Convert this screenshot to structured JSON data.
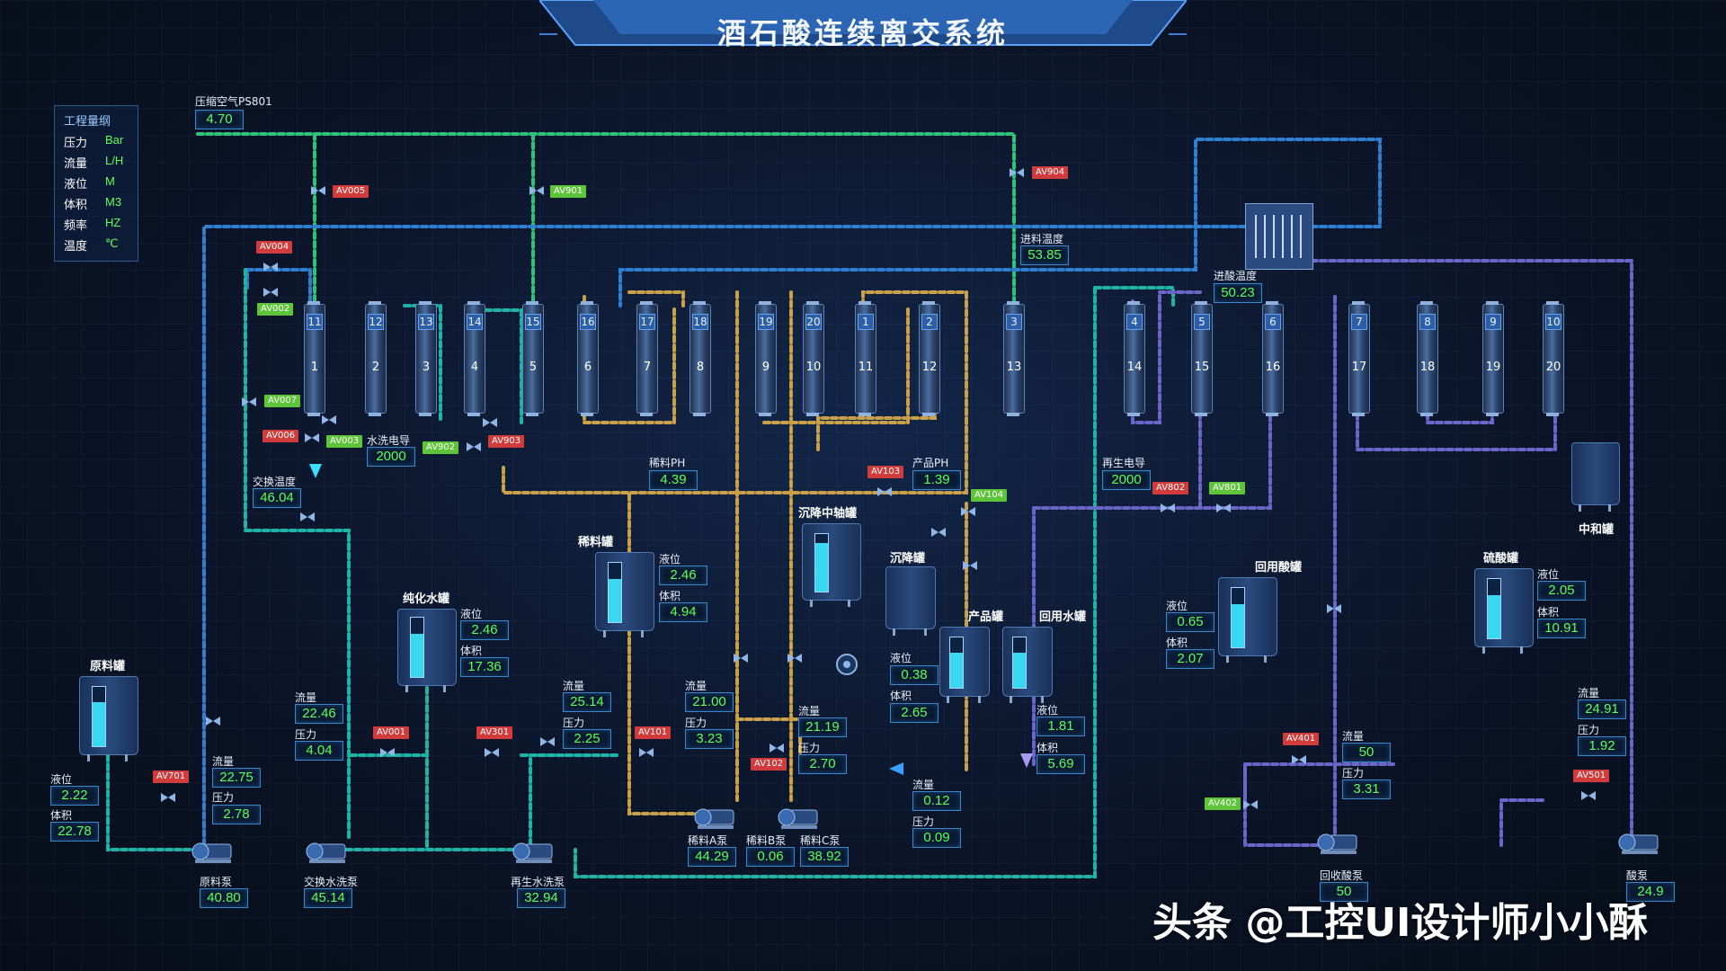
{
  "title": "酒石酸连续离交系统",
  "watermark": "头条 @工控UI设计师小小酥",
  "legend": {
    "title": "工程量纲",
    "rows": [
      {
        "k": "压力",
        "u": "Bar"
      },
      {
        "k": "流量",
        "u": "L/H"
      },
      {
        "k": "液位",
        "u": "M"
      },
      {
        "k": "体积",
        "u": "M3"
      },
      {
        "k": "频率",
        "u": "HZ"
      },
      {
        "k": "温度",
        "u": "℃"
      }
    ]
  },
  "columns": [
    {
      "top": "11",
      "mid": "1"
    },
    {
      "top": "12",
      "mid": "2"
    },
    {
      "top": "13",
      "mid": "3"
    },
    {
      "top": "14",
      "mid": "4"
    },
    {
      "top": "15",
      "mid": "5"
    },
    {
      "top": "16",
      "mid": "6"
    },
    {
      "top": "17",
      "mid": "7"
    },
    {
      "top": "18",
      "mid": "8"
    },
    {
      "top": "19",
      "mid": "9"
    },
    {
      "top": "20",
      "mid": "10"
    },
    {
      "top": "1",
      "mid": "11"
    },
    {
      "top": "2",
      "mid": "12"
    },
    {
      "top": "3",
      "mid": "13"
    },
    {
      "top": "4",
      "mid": "14"
    },
    {
      "top": "5",
      "mid": "15"
    },
    {
      "top": "6",
      "mid": "16"
    },
    {
      "top": "7",
      "mid": "17"
    },
    {
      "top": "8",
      "mid": "18"
    },
    {
      "top": "9",
      "mid": "19"
    },
    {
      "top": "10",
      "mid": "20"
    }
  ],
  "labels": {
    "ps801": "压缩空气PS801",
    "jinliao_temp": "进料温度",
    "jinsuan_temp": "进酸温度",
    "shuixi_dianhao": "水洗电导",
    "jiaohuan_temp": "交换温度",
    "xiliao_ph": "稀料PH",
    "chanpin_ph": "产品PH",
    "zaisheng_dianhao": "再生电导",
    "level": "液位",
    "volume": "体积",
    "flow": "流量",
    "pressure": "压力"
  },
  "values": {
    "ps801": "4.70",
    "jinliao_temp": "53.85",
    "jinsuan_temp": "50.23",
    "shuixi_dianhao": "2000",
    "jiaohuan_temp": "46.04",
    "xiliao_ph": "4.39",
    "chanpin_ph": "1.39",
    "zaisheng_dianhao": "2000",
    "xiliao_level": "2.46",
    "xiliao_volume": "4.94",
    "chunhua_level": "2.46",
    "chunhua_volume": "17.36",
    "yuanliao_level": "2.22",
    "yuanliao_volume": "22.78",
    "f1": "22.75",
    "p1": "2.78",
    "f2": "22.46",
    "p2": "4.04",
    "f3": "25.14",
    "p3": "2.25",
    "f4": "21.00",
    "p4": "3.23",
    "f5": "21.19",
    "p5": "2.70",
    "chenjiang_level": "0.38",
    "chenjiang_volume": "2.65",
    "huiyong_level": "1.81",
    "huiyong_volume": "5.69",
    "f6": "0.12",
    "p6": "0.09",
    "huiyongsuan_level": "0.65",
    "huiyongsuan_volume": "2.07",
    "f7": "50",
    "p7": "3.31",
    "liusuan_level": "2.05",
    "liusuan_volume": "10.91",
    "f8": "24.91",
    "p8": "1.92",
    "pump_yuanliao": "40.80",
    "pump_jiaohuan": "45.14",
    "pump_zaisheng": "32.94",
    "pump_a": "44.29",
    "pump_b": "0.06",
    "pump_c": "38.92",
    "pump_huishou": "50",
    "pump_suan": "24.9"
  },
  "tanks": {
    "yuanliao": "原料罐",
    "chunhua": "纯化水罐",
    "xiliao": "稀料罐",
    "chenjiang_zhong": "沉降中轴罐",
    "chenjiang": "沉降罐",
    "chanpin": "产品罐",
    "huiyongshui": "回用水罐",
    "huiyongsuan": "回用酸罐",
    "liusuan": "硫酸罐",
    "zhonghe": "中和罐"
  },
  "pumps": {
    "yuanliao": "原料泵",
    "jiaohuan": "交换水洗泵",
    "zaisheng": "再生水洗泵",
    "a": "稀料A泵",
    "b": "稀料B泵",
    "c": "稀料C泵",
    "huishou": "回收酸泵",
    "suan": "酸泵"
  },
  "valves": {
    "av005": "AV005",
    "av901": "AV901",
    "av904": "AV904",
    "av004": "AV004",
    "av002": "AV002",
    "av007": "AV007",
    "av006": "AV006",
    "av003": "AV003",
    "av902": "AV902",
    "av903": "AV903",
    "av103": "AV103",
    "av104": "AV104",
    "av802": "AV802",
    "av801": "AV801",
    "av001": "AV001",
    "av301": "AV301",
    "av101": "AV101",
    "av102": "AV102",
    "av701": "AV701",
    "av401": "AV401",
    "av402": "AV402",
    "av501": "AV501"
  },
  "colors": {
    "green": "#2ec27a",
    "blue": "#2f7fd0",
    "orange": "#c9a04a",
    "purple": "#6a66c8",
    "teal": "#1fb3a8",
    "value": "#5cff5c",
    "alarm": "#d23b3b"
  }
}
